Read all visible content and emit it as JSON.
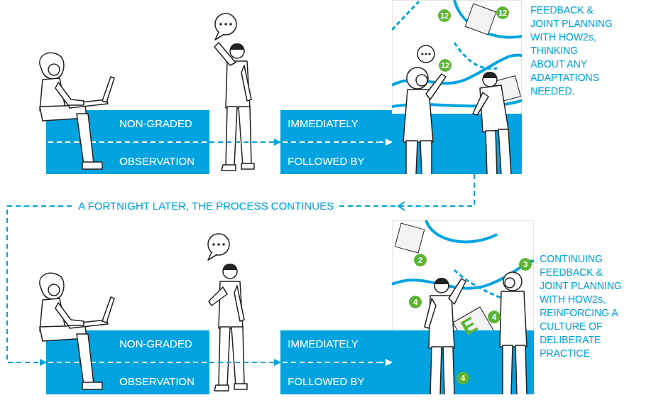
{
  "diagram": {
    "nodes": [
      {
        "text": [
          "NON-GRADED",
          "OBSERVATION"
        ]
      },
      {
        "text": [
          "IMMEDIATELY",
          "FOLLOWED BY"
        ]
      },
      {
        "text": [
          "FEEDBACK & JOINT PLANNING WITH HOW2s, THINKING ABOUT ANY ADAPTATIONS NEEDED."
        ]
      },
      {
        "text": [
          "NON-GRADED",
          "OBSERVATION"
        ]
      },
      {
        "text": [
          "IMMEDIATELY",
          "FOLLOWED BY"
        ]
      },
      {
        "text": [
          "CONTINUING FEEDBACK & JOINT PLANNING WITH HOW2s, REINFORCING A CULTURE OF DELIBERATE PRACTICE"
        ]
      }
    ],
    "edges": [
      {
        "from": 0,
        "to": 1,
        "arrow": "to"
      },
      {
        "from": 1,
        "to": 2,
        "arrow": "to"
      },
      {
        "from": 2,
        "to": 3,
        "arrow": "to",
        "label": "A FORTNIGHT LATER, THE PROCESS CONTINUES"
      },
      {
        "from": 3,
        "to": 4,
        "arrow": "to"
      },
      {
        "from": 4,
        "to": 5,
        "arrow": "to"
      }
    ],
    "labels": [
      "12",
      "12",
      "12",
      "2",
      "3",
      "4",
      "4",
      "4",
      "E"
    ]
  }
}
